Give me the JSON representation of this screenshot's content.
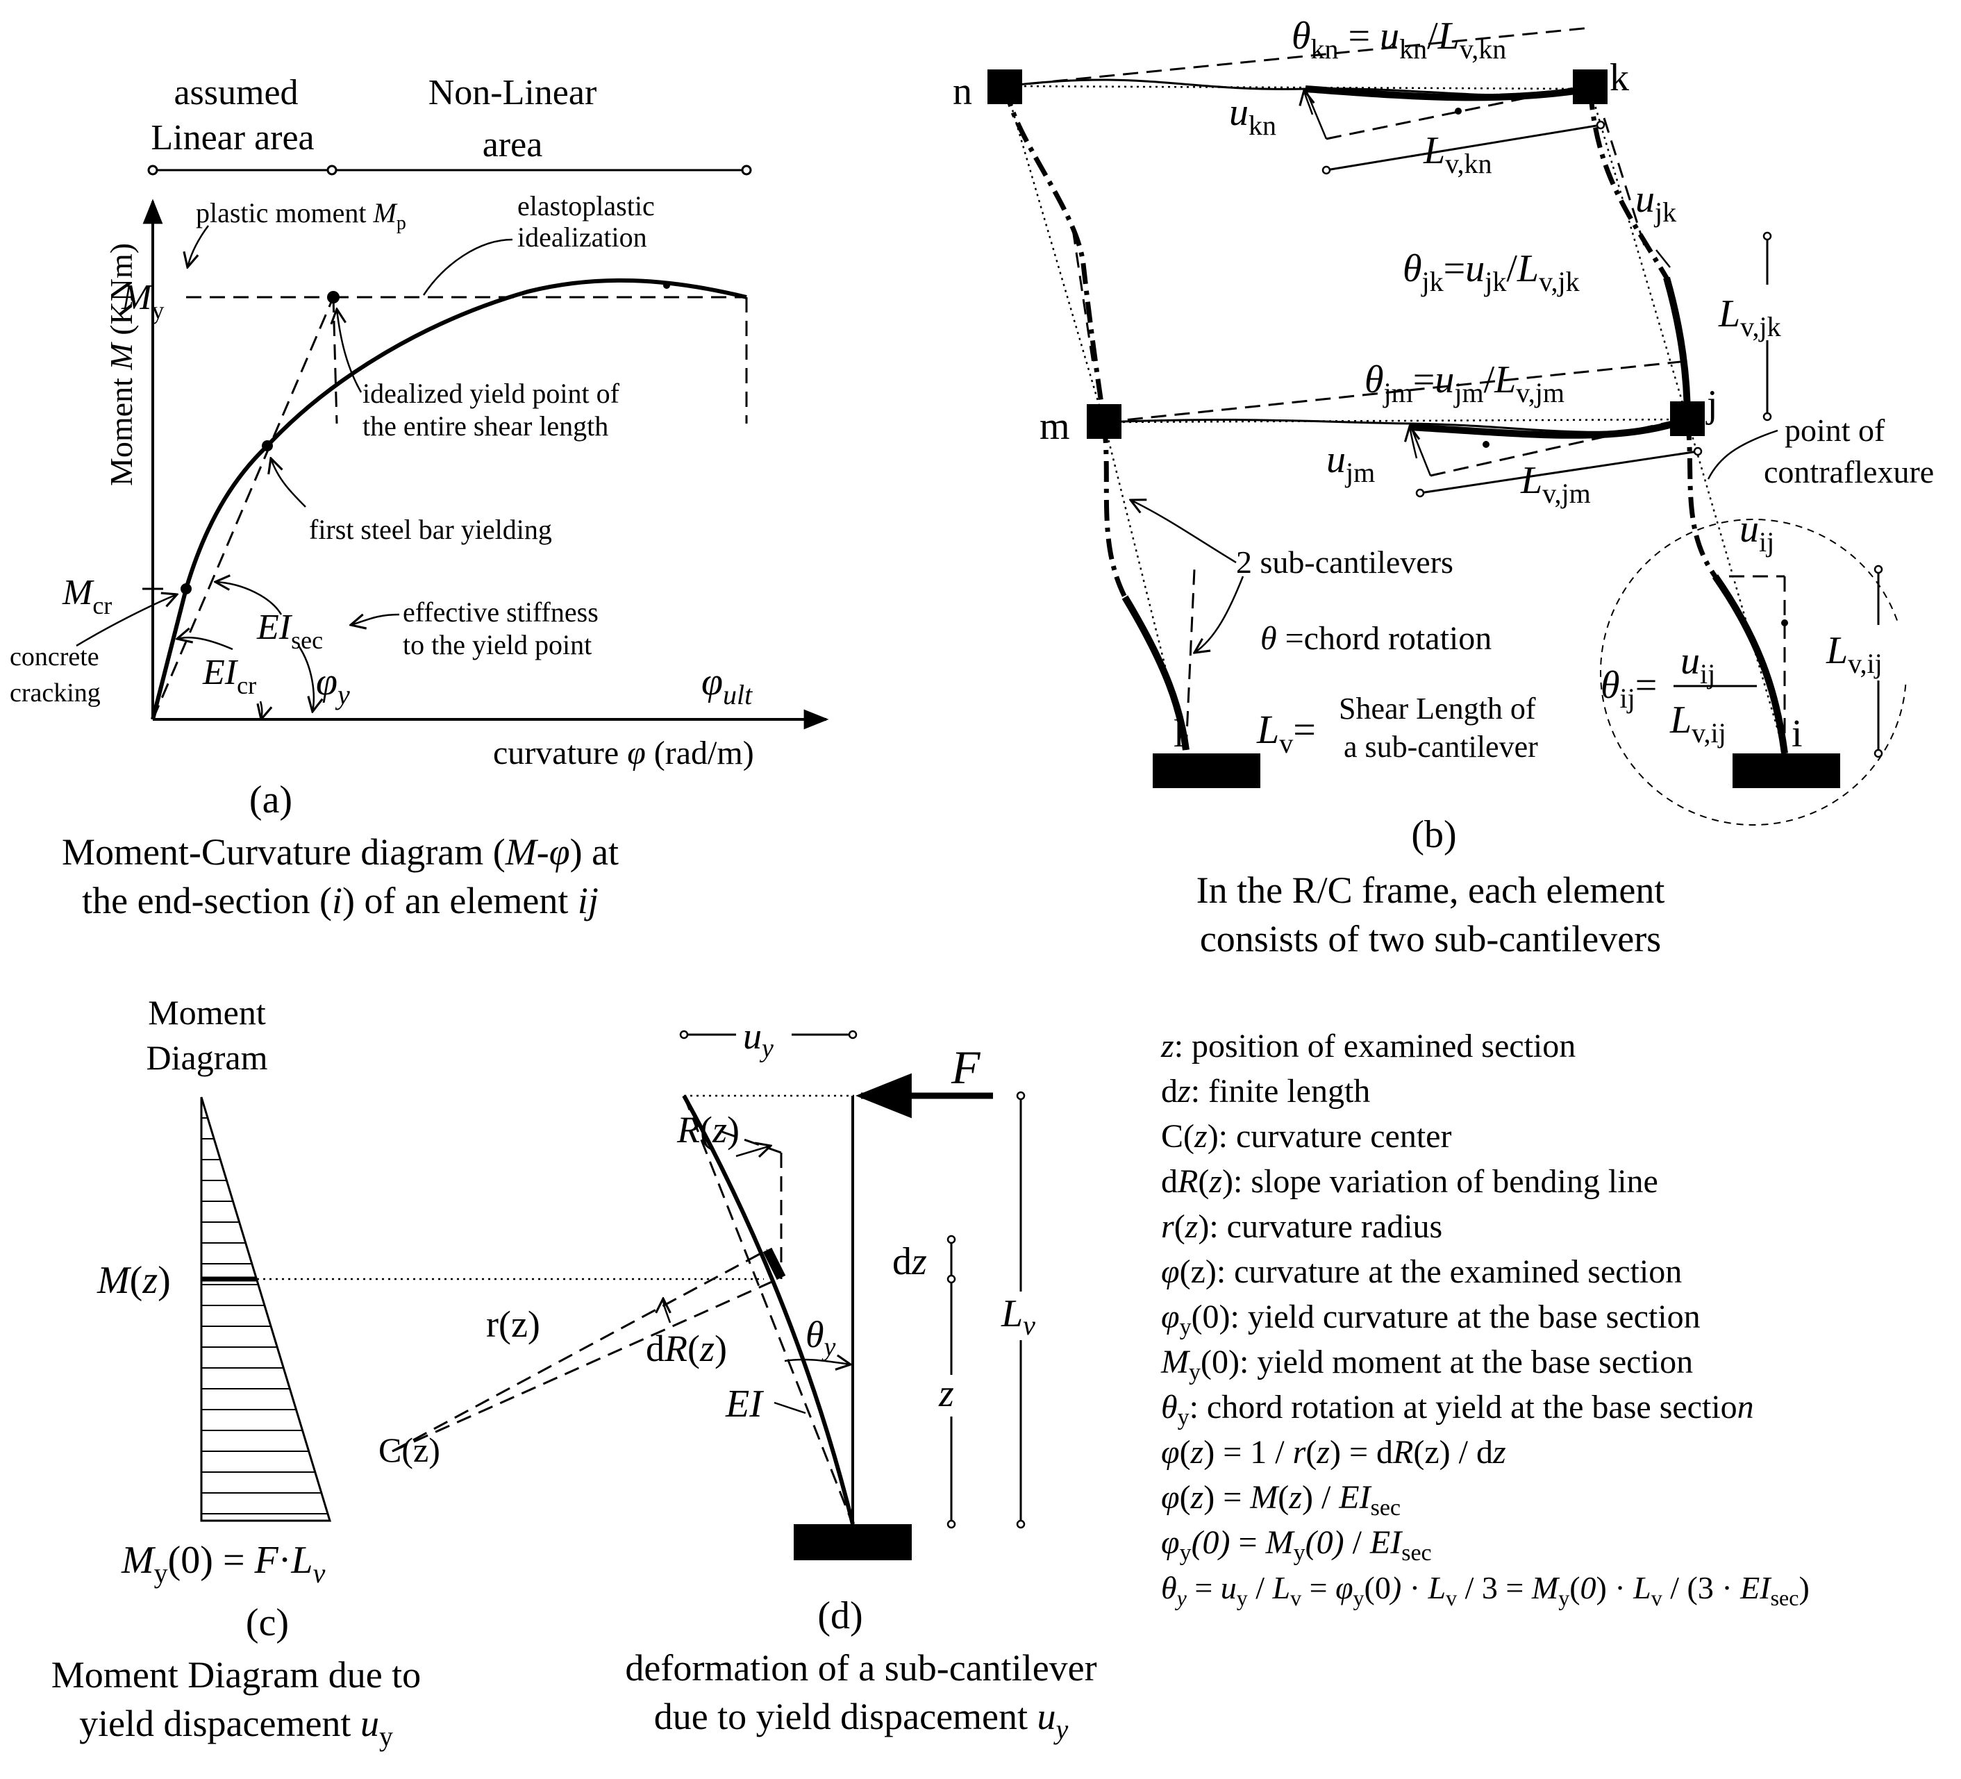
{
  "panel_a": {
    "zone_linear": "assumed Linear area",
    "zone_nonlinear": "Non-Linear area",
    "y_axis_label": "Moment M (KNm)",
    "x_axis_label": "curvature φ (rad/m)",
    "plastic_moment": "plastic moment M",
    "plastic_moment_sub": "p",
    "elastoplastic": "elastoplastic idealization",
    "my": "M",
    "my_sub": "y",
    "mcr": "M",
    "mcr_sub": "cr",
    "idealized_yield": "idealized yield point of the entire shear length",
    "first_yield": "first steel bar yielding",
    "concrete_cracking": "concrete cracking",
    "eisec": "EI",
    "eisec_sub": "sec",
    "eicr": "EI",
    "eicr_sub": "cr",
    "effective_stiffness": "effective stiffness to the yield point",
    "phi_y": "φ",
    "phi_y_sub": "y",
    "phi_ult": "φ",
    "phi_ult_sub": "ult",
    "label": "(a)",
    "caption_line1": "Moment-Curvature diagram (M-φ) at",
    "caption_line2": "the end-section (i) of an element ij"
  },
  "panel_b": {
    "node_n": "n",
    "node_k": "k",
    "node_m": "m",
    "node_j": "j",
    "node_l": "l",
    "node_i": "i",
    "theta_kn": "θkn = ukn/Lv,kn",
    "u_kn": "ukn",
    "lv_kn": "Lv,kn",
    "u_jk": "ujk",
    "theta_jk": "θjk=ujk/Lv,jk",
    "lv_jk": "Lv,jk",
    "theta_jm": "θjm=ujm/Lv,jm",
    "u_jm": "ujm",
    "lv_jm": "Lv,jm",
    "contraflexure": "point of contraflexure",
    "u_ij": "uij",
    "sub_cantilevers": "2 sub-cantilevers",
    "theta_def": "θ =chord rotation",
    "lv_def": "Lv=",
    "shear_length": "Shear Length of a sub-cantilever",
    "theta_ij": "θij=",
    "theta_ij_num": "uij",
    "theta_ij_den": "Lv,ij",
    "lv_ij": "Lv,ij",
    "label": "(b)",
    "caption_line1": "In the R/C frame, each element",
    "caption_line2": "consists of two sub-cantilevers"
  },
  "panel_c": {
    "title": "Moment Diagram",
    "mz": "M(z)",
    "base_moment": "My(0) = F·Lv",
    "label": "(c)",
    "caption_line1": "Moment Diagram due to",
    "caption_line2": "yield dispacement uy"
  },
  "panel_d": {
    "uy": "uy",
    "force": "F",
    "rz": "R(z)",
    "dz": "dz",
    "lv": "Lv",
    "r_small": "r(z)",
    "dr": "dR(z)",
    "theta_y": "θy",
    "ei": "EI",
    "z": "z",
    "cz": "C(z)",
    "label": "(d)",
    "caption_line1": "deformation of a sub-cantilever",
    "caption_line2": "due to yield dispacement uy"
  },
  "legend": [
    "z: position of examined section",
    "dz: finite length",
    "C(z): curvature center",
    "dR(z): slope variation of bending line",
    "r(z): curvature radius",
    "φ(z): curvature at the examined section",
    "φy(0): yield curvature at the base section",
    "My(0): yield moment at the base section",
    "θy: chord rotation at yield at the base section",
    "φ(z) = 1 / r(z) = dR(z) / dz",
    "φ(z) = M(z) / EIsec",
    "φy(0) = My(0) / EIsec",
    "θy = uy / Lv = φy(0) · Lv / 3 = My(0) · Lv / (3 · EIsec)"
  ]
}
